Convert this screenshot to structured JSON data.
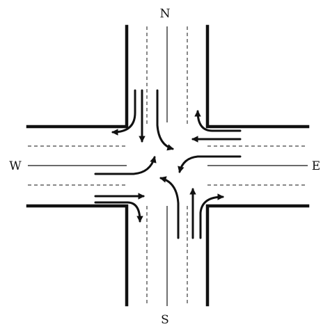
{
  "directions": {
    "north": "N",
    "south": "S",
    "west": "W",
    "east": "E"
  },
  "colors": {
    "ink": "#111111",
    "background": "#ffffff"
  }
}
